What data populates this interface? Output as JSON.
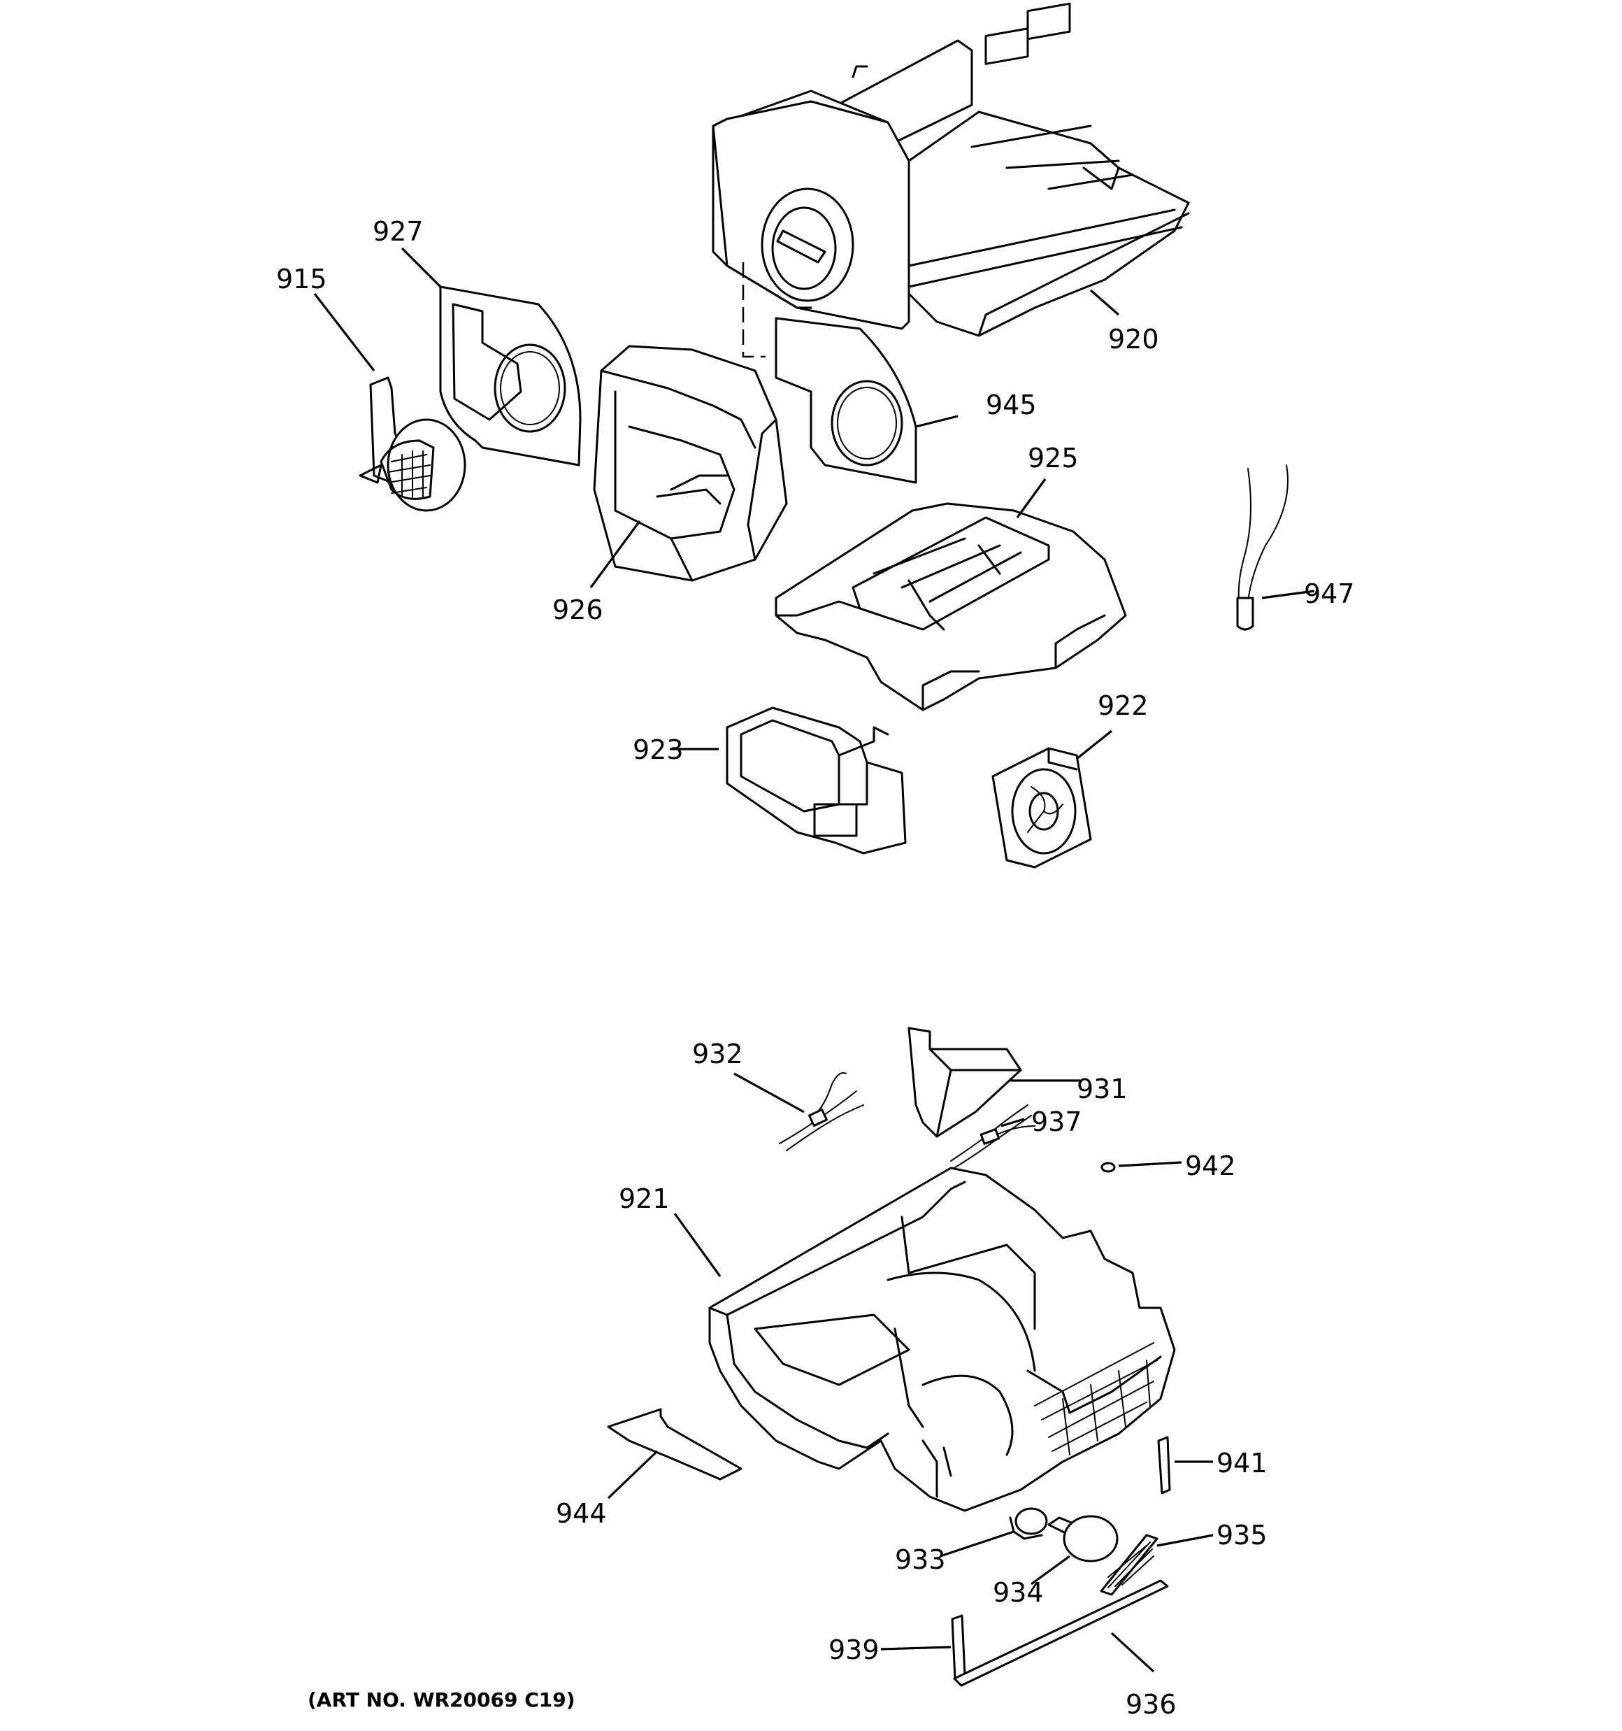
{
  "art_number": "(ART NO. WR20069 C19)",
  "parts": [
    {
      "id": "p915",
      "label": "915"
    },
    {
      "id": "p927",
      "label": "927"
    },
    {
      "id": "p920",
      "label": "920"
    },
    {
      "id": "p945",
      "label": "945"
    },
    {
      "id": "p926",
      "label": "926"
    },
    {
      "id": "p925",
      "label": "925"
    },
    {
      "id": "p947",
      "label": "947"
    },
    {
      "id": "p923",
      "label": "923"
    },
    {
      "id": "p922",
      "label": "922"
    },
    {
      "id": "p932",
      "label": "932"
    },
    {
      "id": "p931",
      "label": "931"
    },
    {
      "id": "p937",
      "label": "937"
    },
    {
      "id": "p942",
      "label": "942"
    },
    {
      "id": "p921",
      "label": "921"
    },
    {
      "id": "p941",
      "label": "941"
    },
    {
      "id": "p944",
      "label": "944"
    },
    {
      "id": "p933",
      "label": "933"
    },
    {
      "id": "p935",
      "label": "935"
    },
    {
      "id": "p934",
      "label": "934"
    },
    {
      "id": "p939",
      "label": "939"
    },
    {
      "id": "p936",
      "label": "936"
    }
  ]
}
